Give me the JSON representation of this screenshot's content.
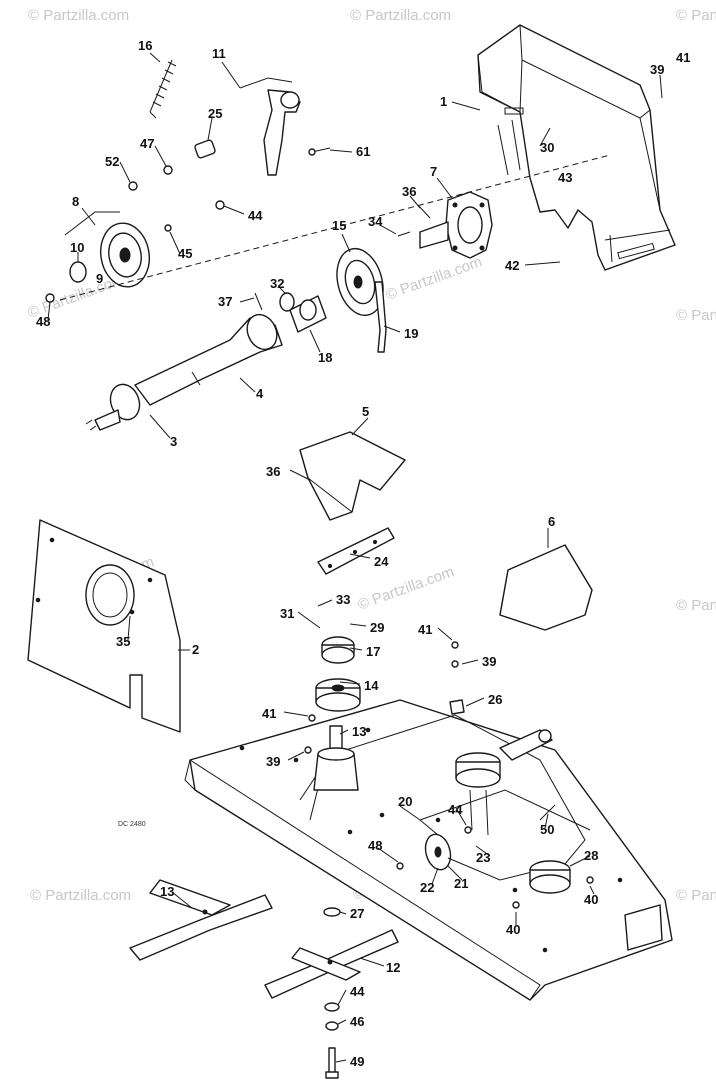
{
  "watermark": "© Partzilla.com",
  "diagram_code": "DC 2480",
  "callouts": {
    "c16": "16",
    "c11": "11",
    "c25": "25",
    "c47": "47",
    "c52": "52",
    "c61": "61",
    "c44a": "44",
    "c8": "8",
    "c10": "10",
    "c9": "9",
    "c45": "45",
    "c48a": "48",
    "c1": "1",
    "c39a": "39",
    "c41a": "41",
    "c30": "30",
    "c7": "7",
    "c36a": "36",
    "c43": "43",
    "c34": "34",
    "c15": "15",
    "c42": "42",
    "c32": "32",
    "c37": "37",
    "c19": "19",
    "c18": "18",
    "c4": "4",
    "c3": "3",
    "c5": "5",
    "c36b": "36",
    "c24": "24",
    "c6": "6",
    "c2": "2",
    "c35": "35",
    "c33": "33",
    "c31": "31",
    "c29": "29",
    "c17": "17",
    "c14": "14",
    "c41b": "41",
    "c39b": "39",
    "c26": "26",
    "c41c": "41",
    "c13a": "13",
    "c39c": "39",
    "c20": "20",
    "c44b": "44",
    "c50": "50",
    "c48b": "48",
    "c23": "23",
    "c28": "28",
    "c22": "22",
    "c21": "21",
    "c40a": "40",
    "c40b": "40",
    "c13b": "13",
    "c27": "27",
    "c12": "12",
    "c44c": "44",
    "c46": "46",
    "c49": "49"
  }
}
